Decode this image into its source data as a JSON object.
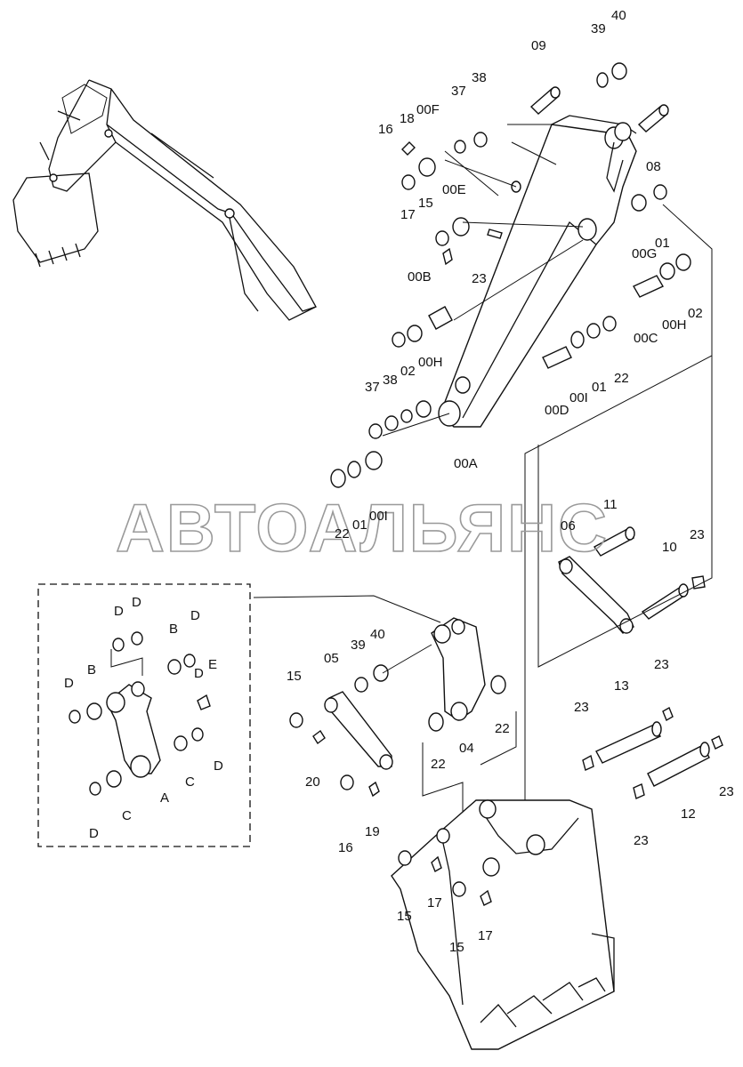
{
  "diagram": {
    "watermark": "АВТОАЛЬЯНС",
    "callouts": [
      "09",
      "40",
      "39",
      "38",
      "37",
      "00F",
      "18",
      "16",
      "08",
      "00E",
      "15",
      "17",
      "01",
      "00G",
      "23",
      "00B",
      "02",
      "00H",
      "00C",
      "22",
      "01",
      "00I",
      "00D",
      "37",
      "38",
      "02",
      "00H",
      "00A",
      "22",
      "01",
      "00I",
      "11",
      "06",
      "10",
      "23",
      "15",
      "05",
      "39",
      "40",
      "13",
      "23",
      "23",
      "22",
      "22",
      "04",
      "20",
      "16",
      "19",
      "12",
      "23",
      "23",
      "15",
      "17",
      "15",
      "17"
    ],
    "inset_callouts": [
      "D",
      "D",
      "B",
      "D",
      "D",
      "B",
      "D",
      "E",
      "C",
      "D",
      "A",
      "C",
      "D"
    ]
  }
}
